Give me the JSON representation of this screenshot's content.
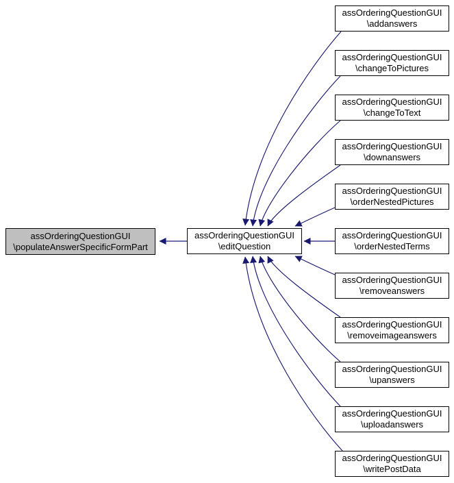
{
  "colors": {
    "edge": "#191970",
    "node-bg": "#ffffff",
    "focus-bg": "#bfbfbf",
    "node-border": "#000000",
    "text": "#000000",
    "canvas-bg": "#ffffff"
  },
  "graph": {
    "type": "caller-graph",
    "focus": {
      "line1": "assOrderingQuestionGUI",
      "line2": "\\populateAnswerSpecificFormPart"
    },
    "hub": {
      "line1": "assOrderingQuestionGUI",
      "line2": "\\editQuestion"
    },
    "callers": [
      {
        "line1": "assOrderingQuestionGUI",
        "line2": "\\addanswers"
      },
      {
        "line1": "assOrderingQuestionGUI",
        "line2": "\\changeToPictures"
      },
      {
        "line1": "assOrderingQuestionGUI",
        "line2": "\\changeToText"
      },
      {
        "line1": "assOrderingQuestionGUI",
        "line2": "\\downanswers"
      },
      {
        "line1": "assOrderingQuestionGUI",
        "line2": "\\orderNestedPictures"
      },
      {
        "line1": "assOrderingQuestionGUI",
        "line2": "\\orderNestedTerms"
      },
      {
        "line1": "assOrderingQuestionGUI",
        "line2": "\\removeanswers"
      },
      {
        "line1": "assOrderingQuestionGUI",
        "line2": "\\removeimageanswers"
      },
      {
        "line1": "assOrderingQuestionGUI",
        "line2": "\\upanswers"
      },
      {
        "line1": "assOrderingQuestionGUI",
        "line2": "\\uploadanswers"
      },
      {
        "line1": "assOrderingQuestionGUI",
        "line2": "\\writePostData"
      }
    ]
  }
}
